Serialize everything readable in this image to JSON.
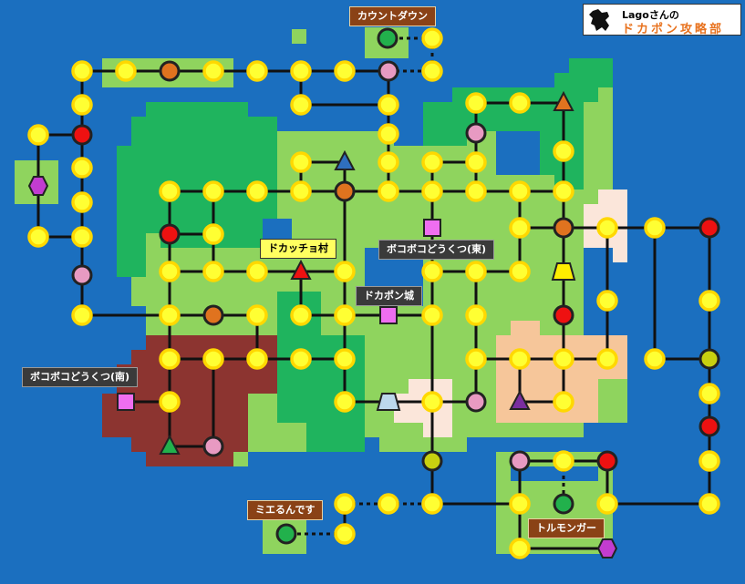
{
  "brand": {
    "line1": "Lagoさんの",
    "line2": "ドカポン攻略部",
    "mascot_icon": "dog-silhouette-icon"
  },
  "labels": {
    "countdown": "カウントダウン",
    "dokacchio_village": "ドカッチョ村",
    "bokoboko_cave_east": "ボコボコどうくつ(東)",
    "dokapon_castle": "ドカポン城",
    "bokoboko_cave_south": "ボコボコどうくつ(南)",
    "mieru_ndesu": "ミエるんです",
    "torumongar": "トルモンガー"
  },
  "colors": {
    "sea": "#1b6fbf",
    "grass_light": "#8fd45e",
    "forest": "#1fb45e",
    "dark_red_land": "#8c3430",
    "sand": "#f6c69a",
    "snow": "#fbe6da",
    "space_yellow": "#ffff33",
    "space_red": "#ee1111",
    "space_orange": "#e0731f",
    "space_pink": "#e89ac2",
    "space_green": "#22b14c",
    "space_olive": "#c8d010",
    "space_magenta": "#ef6ef0",
    "space_purple": "#7a2ea0",
    "space_blue": "#2f6fbe"
  },
  "legend_marks": [
    "yellow-circle",
    "red-circle",
    "orange-circle",
    "pink-circle",
    "green-circle",
    "olive-circle",
    "magenta-square",
    "magenta-hexagon",
    "triangle",
    "trapezoid"
  ]
}
